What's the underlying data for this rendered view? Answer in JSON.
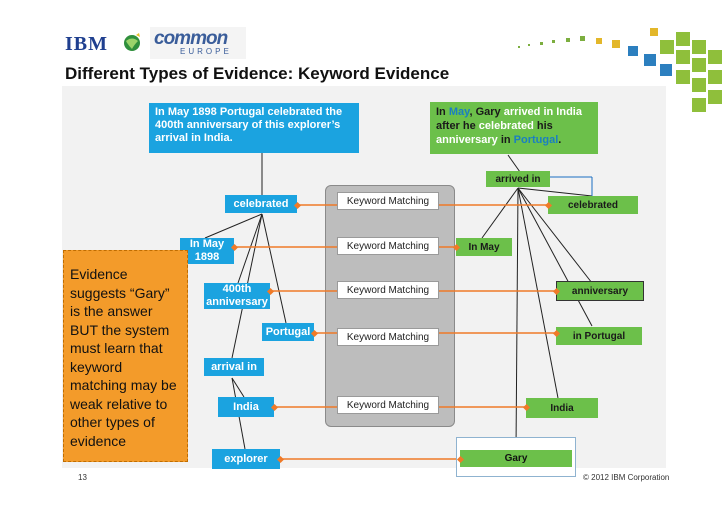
{
  "header": {
    "ibm_logo": "IBM",
    "common_logo": "common",
    "common_logo_sub": "EUROPE",
    "title": "Different Types of Evidence: Keyword Evidence"
  },
  "question_box": {
    "text": "In May 1898 Portugal celebrated the 400th anniversary of this explorer’s arrival in India."
  },
  "passage_box": {
    "seg1": "In ",
    "seg2": "May",
    "seg3": ", ",
    "seg4": "Gary",
    "seg5": " ",
    "seg6": "arrived in",
    "seg7": " ",
    "seg8": "India",
    "seg9": " after he ",
    "seg10": "celebrated",
    "seg11": " his ",
    "seg12": "anniversary",
    "seg13": " in ",
    "seg14": "Portugal",
    "seg15": "."
  },
  "left_nodes": {
    "celebrated": "celebrated",
    "in_may_1898_l1": "In May",
    "in_may_1898_l2": "1898",
    "anniv_l1": "400th",
    "anniv_l2": "anniversary",
    "portugal": "Portugal",
    "arrival_in": "arrival in",
    "india": "India",
    "explorer": "explorer"
  },
  "right_nodes": {
    "arrived_in": "arrived in",
    "celebrated": "celebrated",
    "in_may": "In May",
    "anniversary": "anniversary",
    "in_portugal": "in Portugal",
    "india": "India",
    "gary": "Gary"
  },
  "keyword_matching": {
    "labels": [
      "Keyword Matching",
      "Keyword Matching",
      "Keyword Matching",
      "Keyword Matching",
      "Keyword Matching"
    ]
  },
  "evidence_note": {
    "text": "Evidence suggests “Gary” is the answer BUT the system must learn that keyword matching may be weak relative to other types of evidence"
  },
  "footer": {
    "page_number": "13",
    "copyright": "© 2012 IBM Corporation"
  },
  "colors": {
    "blue": "#1ba3e0",
    "green": "#6cc04a",
    "orange": "#f39b2a",
    "connector": "#ef7a28"
  }
}
